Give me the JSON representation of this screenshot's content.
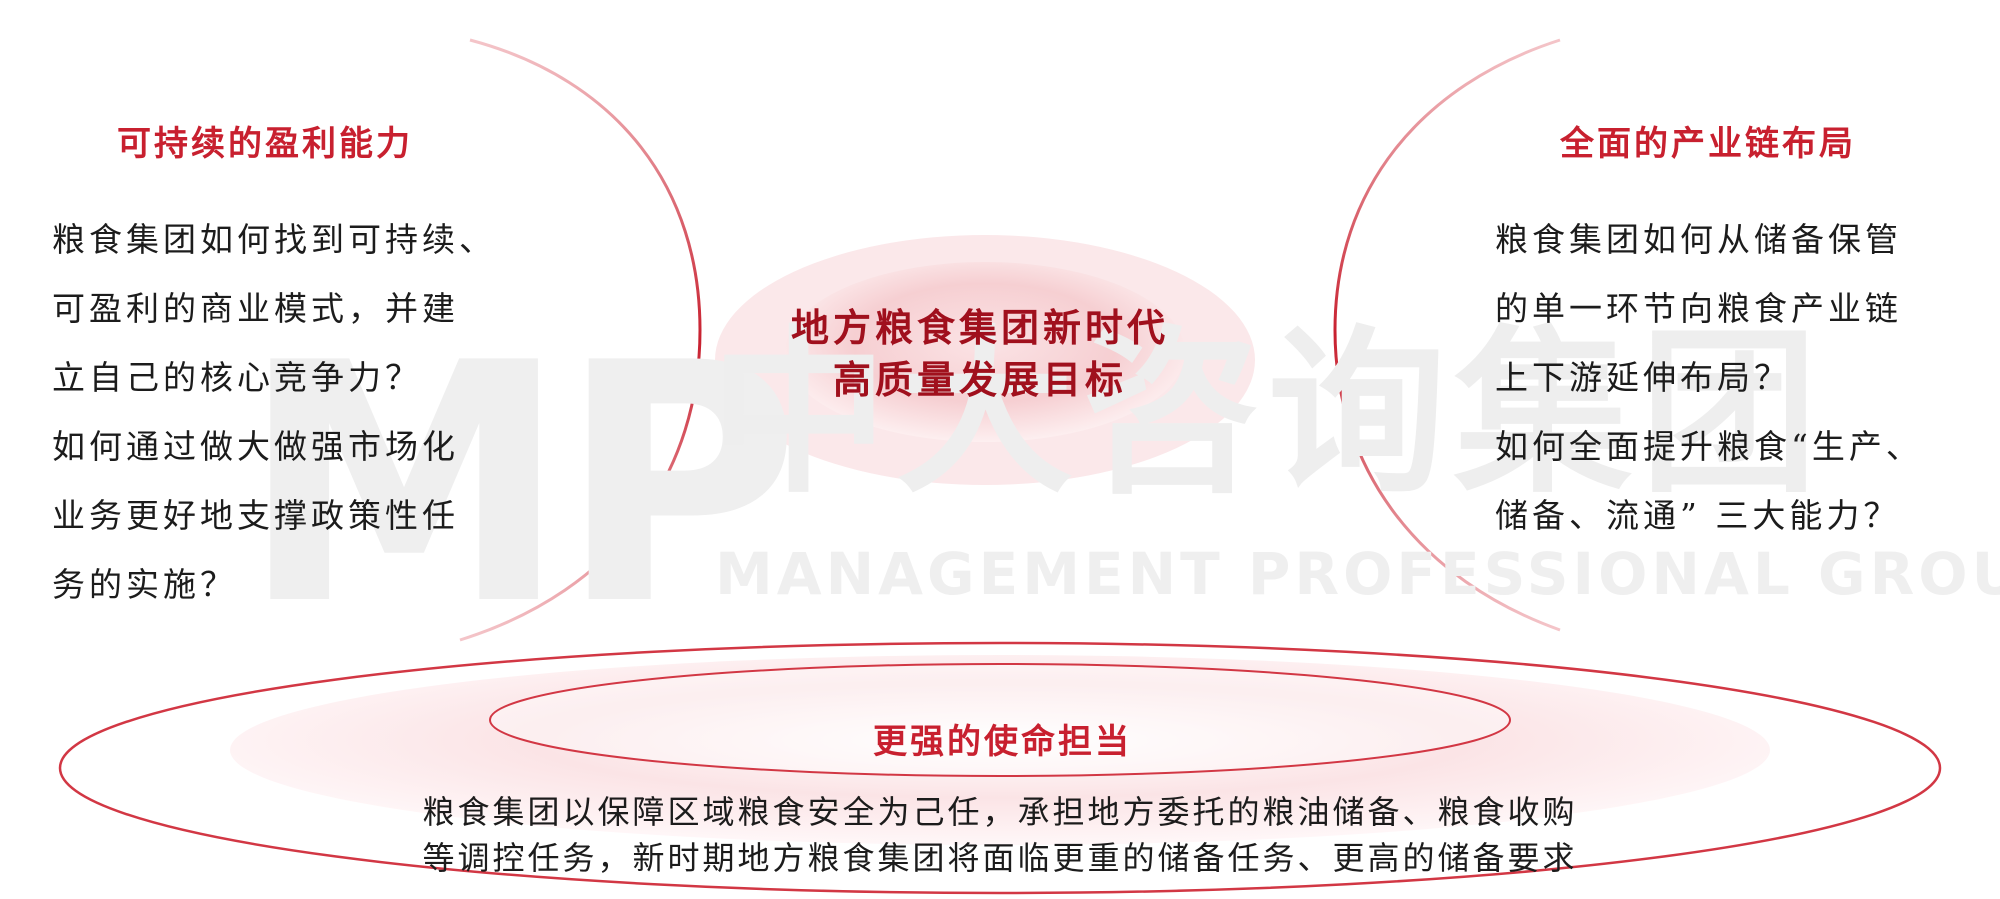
{
  "watermark": {
    "logo_text": "MP",
    "chinese": "中大咨询集团",
    "english": "MANAGEMENT PROFESSIONAL GROUP"
  },
  "center": {
    "lines": [
      "地方粮食集团新时代",
      "高质量发展目标"
    ]
  },
  "left_block": {
    "title": "可持续的盈利能力",
    "lines": [
      "粮食集团如何找到可持续、",
      "可盈利的商业模式，并建",
      "立自己的核心竞争力？",
      "如何通过做大做强市场化",
      "业务更好地支撑政策性任",
      "务的实施？"
    ]
  },
  "right_block": {
    "title": "全面的产业链布局",
    "lines": [
      "粮食集团如何从储备保管",
      "的单一环节向粮食产业链",
      "上下游延伸布局？",
      "如何全面提升粮食“生产、",
      "储备、流通” 三大能力？"
    ]
  },
  "bottom_block": {
    "title": "更强的使命担当",
    "lines": [
      "粮食集团以保障区域粮食安全为己任，承担地方委托的粮油储备、粮食收购",
      "等调控任务，新时期地方粮食集团将面临更重的储备任务、更高的储备要求"
    ]
  },
  "colors": {
    "accent": "#c8202f",
    "center_text": "#a0101d",
    "arc": "#c8202f",
    "center_fill": "#f6cfd2",
    "watermark": "#efefef"
  }
}
